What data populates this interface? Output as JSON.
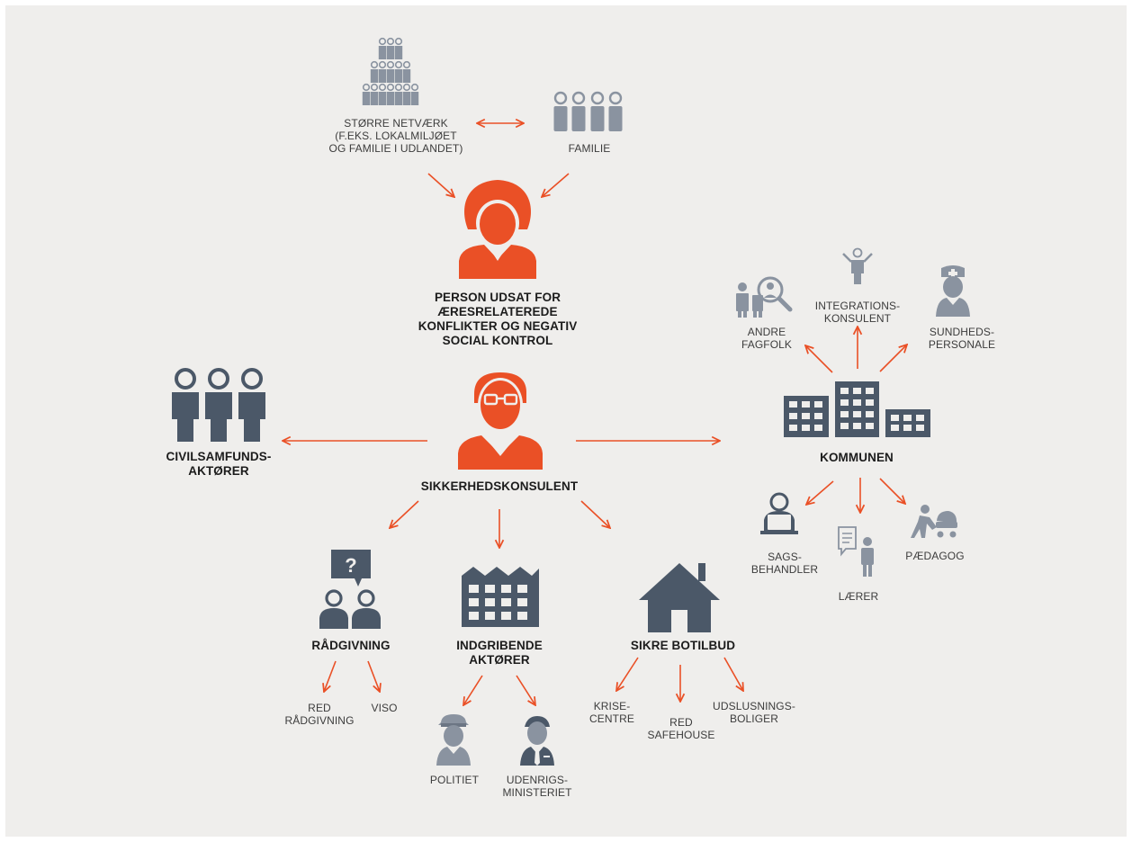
{
  "colors": {
    "accent": "#ea5026",
    "dark": "#4b5868",
    "grey": "#8a93a0",
    "panel": "#efeeec",
    "text": "#1c1c1c"
  },
  "nodes": {
    "stoerre_netvaerk": {
      "label": "STØRRE NETVÆRK\n(F.EKS. LOKALMILJØET\nOG FAMILIE I UDLANDET)",
      "icon": "crowd-icon"
    },
    "familie": {
      "label": "FAMILIE",
      "icon": "family-icon"
    },
    "person": {
      "label": "PERSON UDSAT FOR\nÆRESRELATEREDE\nKONFLIKTER OG NEGATIV\nSOCIAL KONTROL",
      "icon": "woman-icon"
    },
    "sikkerhedskonsulent": {
      "label": "SIKKERHEDSKONSULENT",
      "icon": "man-with-glasses-icon"
    },
    "civilsamfund": {
      "label": "CIVILSAMFUNDS-\nAKTØRER",
      "icon": "three-people-icon"
    },
    "kommunen": {
      "label": "KOMMUNEN",
      "icon": "buildings-icon"
    },
    "andre_fagfolk": {
      "label": "ANDRE\nFAGFOLK",
      "icon": "magnifier-people-icon"
    },
    "integrationskonsulent": {
      "label": "INTEGRATIONS-\nKONSULENT",
      "icon": "presenter-icon"
    },
    "sundhedspersonale": {
      "label": "SUNDHEDS-\nPERSONALE",
      "icon": "nurse-icon"
    },
    "sagsbehandler": {
      "label": "SAGS-\nBEHANDLER",
      "icon": "caseworker-icon"
    },
    "laerer": {
      "label": "LÆRER",
      "icon": "teacher-icon"
    },
    "paedagog": {
      "label": "PÆDAGOG",
      "icon": "stroller-icon"
    },
    "raadgivning": {
      "label": "RÅDGIVNING",
      "icon": "counseling-icon"
    },
    "indgribende": {
      "label": "INDGRIBENDE\nAKTØRER",
      "icon": "factory-icon"
    },
    "sikre_botilbud": {
      "label": "SIKRE BOTILBUD",
      "icon": "house-icon"
    },
    "red_raadgivning": {
      "label": "RED\nRÅDGIVNING"
    },
    "viso": {
      "label": "VISO"
    },
    "politiet": {
      "label": "POLITIET",
      "icon": "police-icon"
    },
    "udenrigsministeriet": {
      "label": "UDENRIGS-\nMINISTERIET",
      "icon": "official-icon"
    },
    "krisecentre": {
      "label": "KRISE-\nCENTRE"
    },
    "red_safehouse": {
      "label": "RED\nSAFEHOUSE"
    },
    "udslusningsboliger": {
      "label": "UDSLUSNINGS-\nBOLIGER"
    }
  }
}
